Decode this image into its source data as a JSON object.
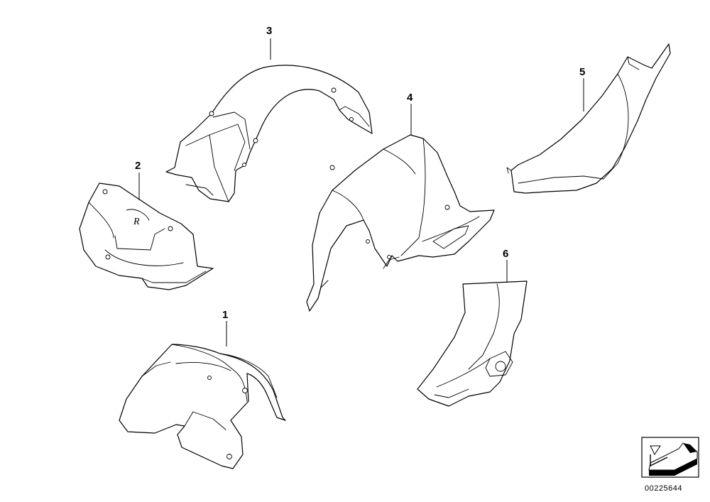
{
  "diagram": {
    "callouts": [
      {
        "id": "1",
        "label": "1"
      },
      {
        "id": "2",
        "label": "2"
      },
      {
        "id": "3",
        "label": "3"
      },
      {
        "id": "4",
        "label": "4"
      },
      {
        "id": "5",
        "label": "5"
      },
      {
        "id": "6",
        "label": "6"
      }
    ],
    "emblem_text": "R",
    "drawing_number": "00225644"
  },
  "colors": {
    "line": "#000000",
    "background": "#ffffff"
  },
  "icons": {
    "reference_box": "arrow-icon"
  }
}
